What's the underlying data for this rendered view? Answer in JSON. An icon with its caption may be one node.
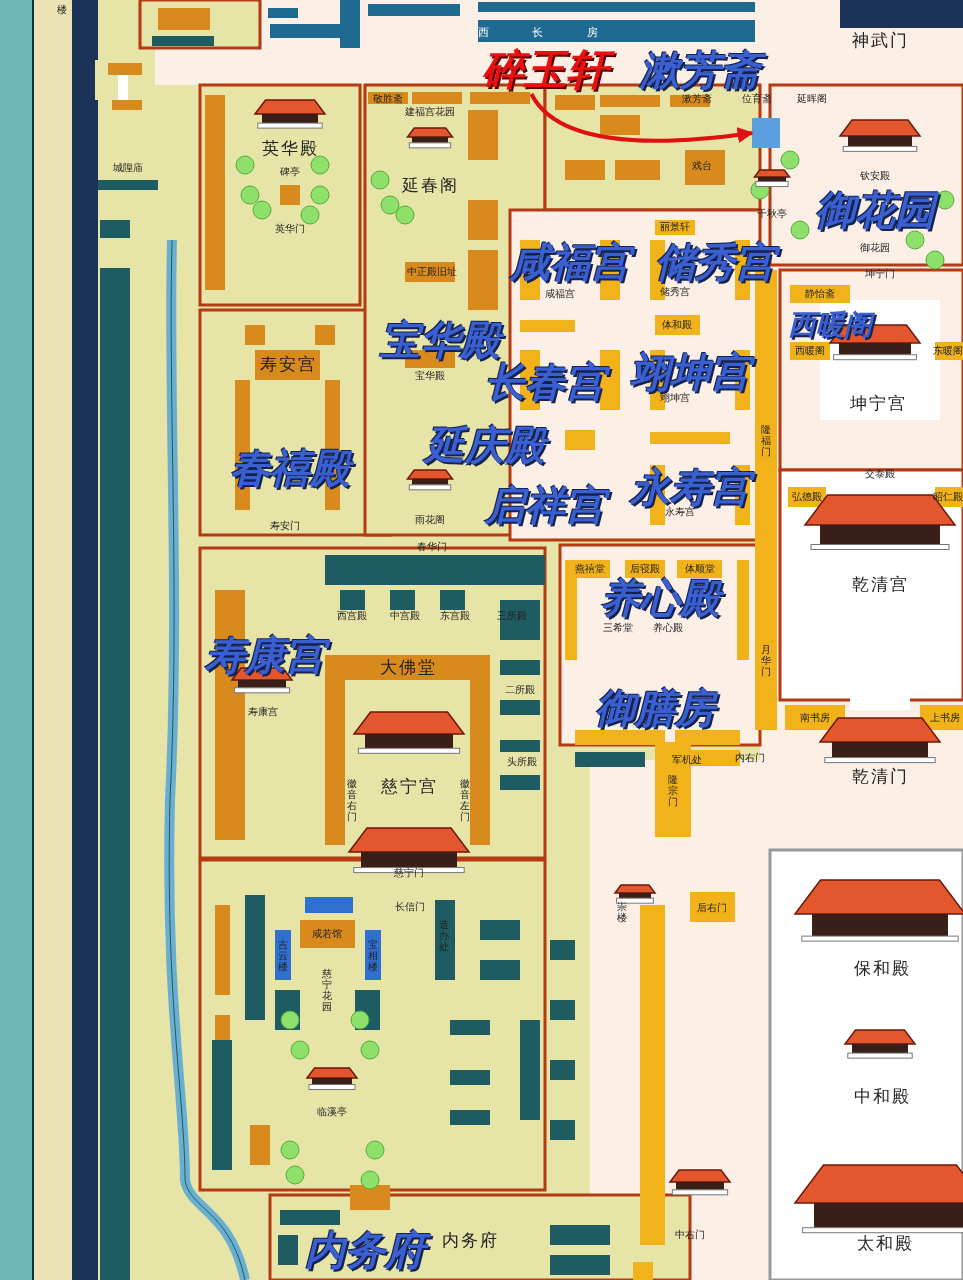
{
  "diagram": {
    "nodes": [
      {
        "text": [
          "碎玉轩"
        ]
      },
      {
        "text": [],
        "shape": "box"
      }
    ],
    "edges": [
      {
        "from": 0,
        "to": 1,
        "arrow": "to",
        "color": "#e01010"
      }
    ],
    "labels": [
      "漱芳斋",
      "御花园",
      "咸福宫",
      "储秀宫",
      "西暖阁",
      "宝华殿",
      "长春宫",
      "翊坤宫",
      "延庆殿",
      "春禧殿",
      "永寿宫",
      "启祥宫",
      "养心殿",
      "寿康宫",
      "御膳房",
      "内务府",
      "楼",
      "西 长 房",
      "神武门",
      "英华殿",
      "碑亭",
      "英华门",
      "城隍庙",
      "延春阁",
      "中正殿旧址",
      "寿安宫",
      "宝华殿",
      "雨花阁",
      "寿安门",
      "春华门",
      "钦安殿",
      "千秋亭",
      "御花园",
      "坤宁门",
      "静怡斋",
      "丽景轩",
      "咸福宫",
      "储秀宫",
      "体和殿",
      "翊坤宫",
      "西暖阁",
      "东暖阁",
      "坤宁宫",
      "交泰殿",
      "弘德殿",
      "昭仁殿",
      "乾清宫",
      "永寿宫",
      "燕禧堂",
      "后寝殿",
      "体顺堂",
      "三希堂",
      "养心殿",
      "西宫殿",
      "中宫殿",
      "东宫殿",
      "三所殿",
      "大佛堂",
      "寿康宫",
      "慈宁宫",
      "徽音右门",
      "徽音左门",
      "慈宁门",
      "二所殿",
      "头所殿",
      "军机处",
      "内右门",
      "隆宗门",
      "月华门",
      "隆福门",
      "南书房",
      "上书房",
      "乾清门",
      "长信门",
      "咸若馆",
      "吉云楼",
      "宝相楼",
      "慈宁花园",
      "造办处",
      "临溪亭",
      "内务府",
      "崇楼",
      "后右门",
      "保和殿",
      "中和殿",
      "太和殿",
      "中右门",
      "敬胜斋",
      "建福宫花园",
      "漱芳斋",
      "位育斋",
      "延晖阁",
      "戏台"
    ]
  }
}
